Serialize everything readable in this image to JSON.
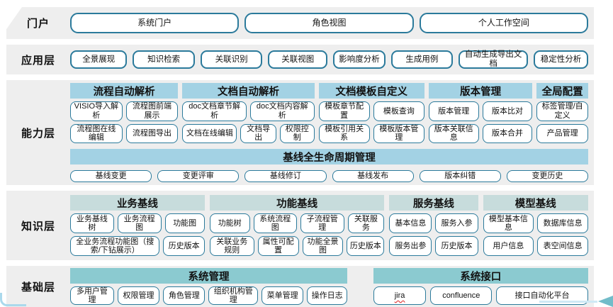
{
  "colors": {
    "band-bg": "#eeeeee",
    "btn-border": "#2b7a9b",
    "cap-header-bg": "#a3d2e4",
    "knw-header-bg": "#c7dcdc",
    "base-header-bg": "#8bcad0",
    "spell-red": "#e03a3a",
    "deco-blue": "#aad9ec",
    "deco-line": "#cfe9f5",
    "deco-teal": "#72bcc9"
  },
  "portal": {
    "label": "门户",
    "buttons": [
      "系统门户",
      "角色视图",
      "个人工作空间"
    ]
  },
  "app": {
    "label": "应用层",
    "buttons": [
      "全景展现",
      "知识检索",
      "关联识别",
      "关联视图",
      "影响度分析",
      "生成用例",
      "自动生成导出文档",
      "稳定性分析"
    ]
  },
  "cap": {
    "label": "能力层",
    "groups": [
      {
        "header": "流程自动解析",
        "rows": [
          [
            "VISIO导入解析",
            "流程图前端展示"
          ],
          [
            "流程图在线编辑",
            "流程图导出"
          ]
        ]
      },
      {
        "header": "文档自动解析",
        "rows": [
          [
            "doc文档章节解析",
            "doc文档内容解析"
          ],
          [
            "文档在线编辑",
            "文档导出",
            "权限控制"
          ]
        ]
      },
      {
        "header": "文档模板自定义",
        "rows": [
          [
            "模板章节配置",
            "模板查询"
          ],
          [
            "模板引用关系",
            "模板版本管理"
          ]
        ]
      },
      {
        "header": "版本管理",
        "rows": [
          [
            "版本管理",
            "版本比对"
          ],
          [
            "版本关联信息",
            "版本合并"
          ]
        ]
      },
      {
        "header": "全局配置",
        "rows": [
          [
            "标签管理/自定义"
          ],
          [
            "产品管理"
          ]
        ]
      }
    ],
    "baseline": {
      "header": "基线全生命周期管理",
      "buttons": [
        "基线变更",
        "变更评审",
        "基线修订",
        "基线发布",
        "版本纠错",
        "变更历史"
      ]
    }
  },
  "knw": {
    "label": "知识层",
    "groups": [
      {
        "header": "业务基线",
        "rows": [
          [
            "业务基线树",
            "业务流程图",
            "功能图"
          ],
          [
            "全业务流程功能图（搜索/下钻展示）",
            "历史版本"
          ]
        ]
      },
      {
        "header": "功能基线",
        "rows": [
          [
            "功能树",
            "系统流程图",
            "子流程管理",
            "关联服务"
          ],
          [
            "关联业务规则",
            "属性可配置",
            "功能全景图",
            "历史版本"
          ]
        ]
      },
      {
        "header": "服务基线",
        "rows": [
          [
            "基本信息",
            "服务入参"
          ],
          [
            "服务出参",
            "历史版本"
          ]
        ]
      },
      {
        "header": "模型基线",
        "rows": [
          [
            "模型基本信息",
            "数据库信息"
          ],
          [
            "用户信息",
            "表空间信息"
          ]
        ]
      }
    ]
  },
  "base": {
    "label": "基础层",
    "groups": [
      {
        "header": "系统管理",
        "buttons": [
          "多用户管理",
          "权限管理",
          "角色管理",
          "组织机构管理",
          "菜单管理",
          "操作日志"
        ]
      },
      {
        "header": "系统接口",
        "buttons": [
          "jira",
          "confluence",
          "接口自动化平台"
        ]
      }
    ]
  }
}
